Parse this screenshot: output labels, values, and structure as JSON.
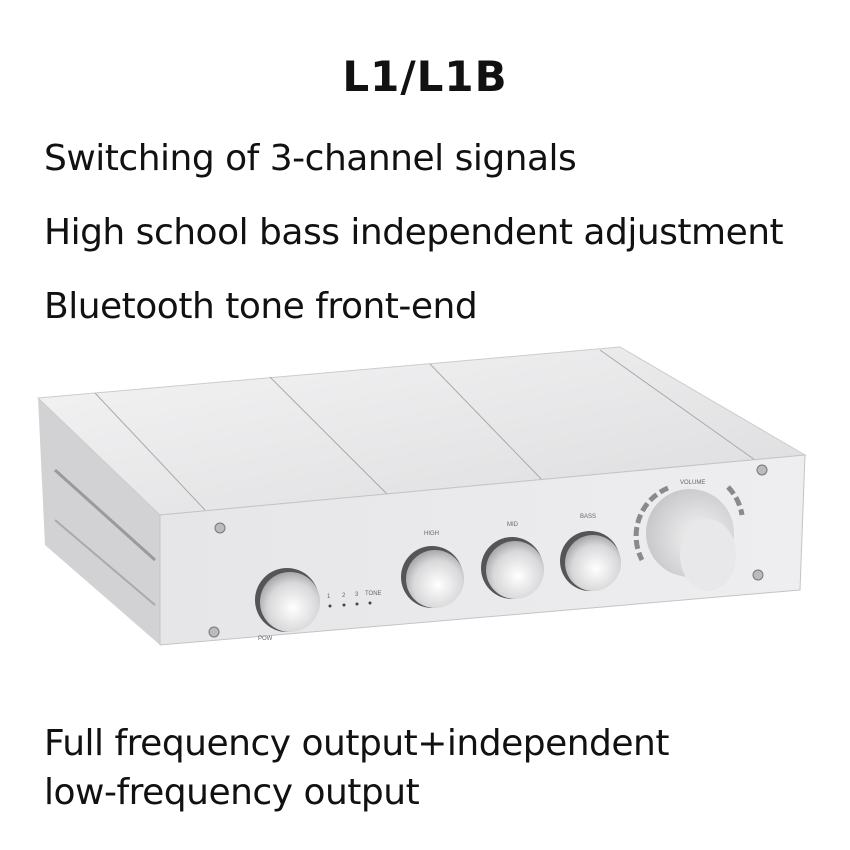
{
  "title": "L1/L1B",
  "features_top": [
    "Switching of 3-channel signals",
    "High school bass independent adjustment",
    "Bluetooth tone front-end"
  ],
  "features_bottom": [
    "Full frequency output+independent",
    "low-frequency output"
  ],
  "device": {
    "labels": {
      "high": "HIGH",
      "mid": "MID",
      "bass": "BASS",
      "volume": "VOLUME",
      "power": "POW",
      "ch1": "1",
      "ch2": "2",
      "ch3": "3",
      "tone": "TONE"
    },
    "body_color": "#e4e4e6",
    "volume_led_color": "#8a8a8a"
  }
}
